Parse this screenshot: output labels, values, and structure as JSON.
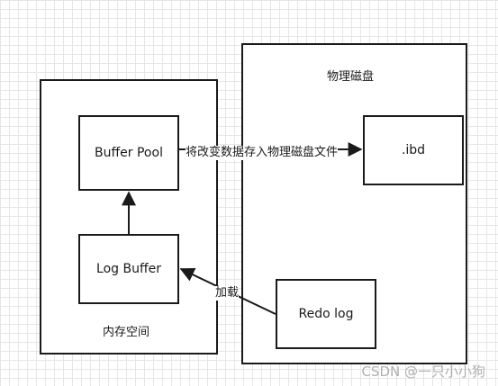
{
  "containers": {
    "memory": {
      "label": "内存空间"
    },
    "disk": {
      "label": "物理磁盘"
    }
  },
  "nodes": {
    "buffer_pool": "Buffer Pool",
    "log_buffer": "Log Buffer",
    "ibd": ".ibd",
    "redo_log": "Redo log"
  },
  "edges": {
    "pool_to_ibd": "将改变数据存入物理磁盘文件",
    "redo_to_log_buffer": "加载"
  },
  "watermark": "CSDN @一只小小狗"
}
